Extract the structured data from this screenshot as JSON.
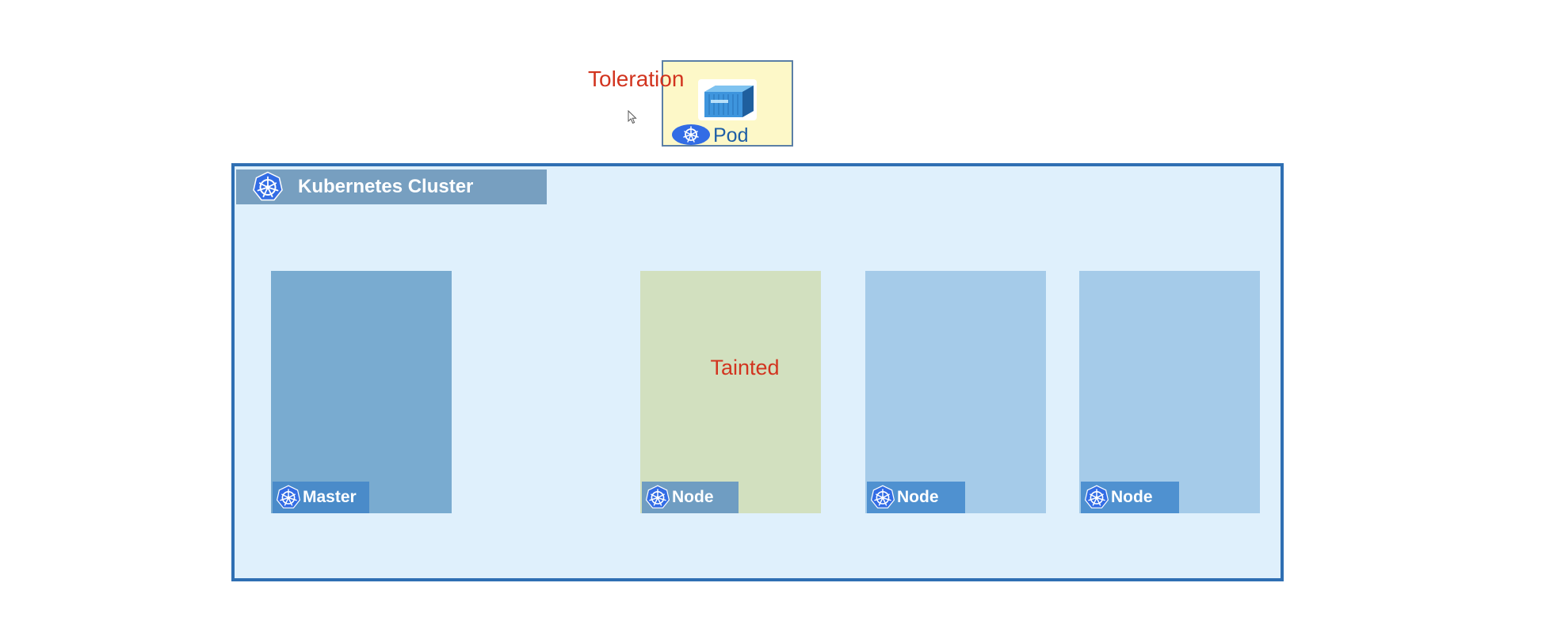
{
  "colors": {
    "accent_red": "#d2341f",
    "pod_label_blue": "#1f5fa6",
    "kubernetes_blue": "#326ce5",
    "cluster_border": "#2f6fb3",
    "cluster_background": "#dff0fc",
    "cluster_header": "#779fc0",
    "master_card": "#79abd0",
    "master_label_bar": "#4a8bc9",
    "tainted_card": "#d2e0bf",
    "tainted_label_bar": "#6f9dc2",
    "worker_card": "#a5cbe9",
    "worker_label_bar": "#4f91d0",
    "pod_background": "#fdf8c8"
  },
  "pod": {
    "toleration_label": "Toleration",
    "label": "Pod",
    "container_icon": "shipping-container-icon",
    "k8s_icon": "kubernetes-wheel-icon"
  },
  "cursor_icon": "mouse-pointer-icon",
  "cluster": {
    "title": "Kubernetes Cluster",
    "icon": "kubernetes-wheel-icon",
    "nodes": [
      {
        "label": "Master",
        "role": "master",
        "tainted": false
      },
      {
        "label": "Node",
        "role": "worker",
        "tainted": true,
        "annotation": "Tainted"
      },
      {
        "label": "Node",
        "role": "worker",
        "tainted": false
      },
      {
        "label": "Node",
        "role": "worker",
        "tainted": false
      }
    ]
  }
}
